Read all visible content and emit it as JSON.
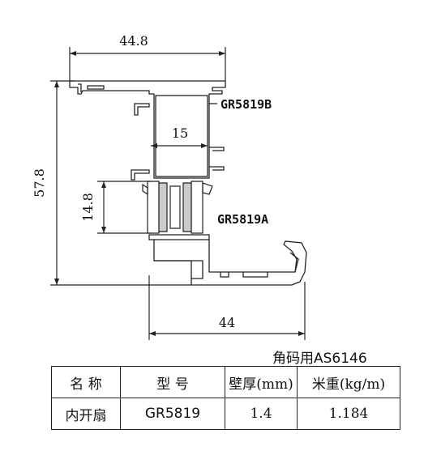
{
  "dimensions": {
    "top_width": "44.8",
    "overall_height": "57.8",
    "inner_width": "15",
    "gap_height": "14.8",
    "bottom_width": "44"
  },
  "profiles": {
    "upper": "GR5819B",
    "lower": "GR5819A"
  },
  "note": "角码用AS6146",
  "table": {
    "headers": [
      "名 称",
      "型 号",
      "壁厚(mm)",
      "米重(kg/m)"
    ],
    "row": [
      "内开扇",
      "GR5819",
      "1.4",
      "1.184"
    ]
  }
}
